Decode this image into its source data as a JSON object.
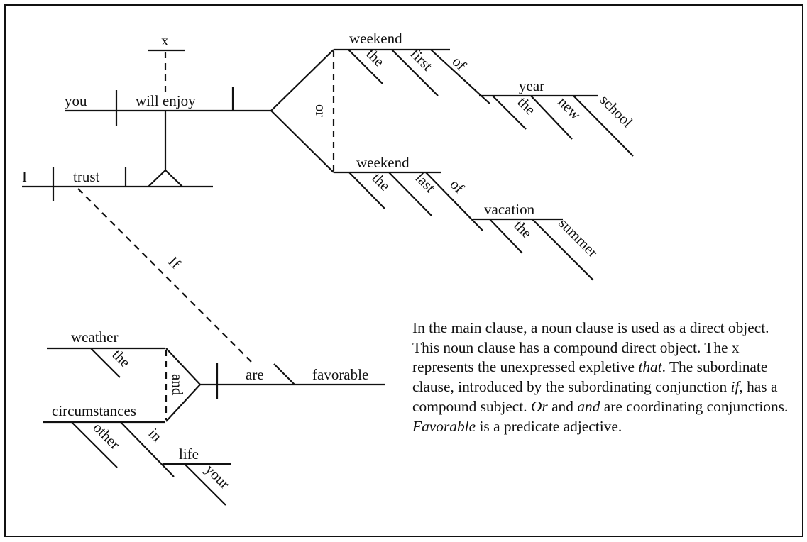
{
  "diagram": {
    "main_clause": {
      "subject": "I",
      "verb": "trust"
    },
    "noun_clause": {
      "expletive": "x",
      "subject": "you",
      "verb": "will enjoy",
      "conjunction": "or",
      "objects": [
        {
          "word": "weekend",
          "modifiers": [
            "the",
            "first"
          ],
          "preposition": "of",
          "object": "year",
          "object_modifiers": [
            "the",
            "new",
            "school"
          ]
        },
        {
          "word": "weekend",
          "modifiers": [
            "the",
            "last"
          ],
          "preposition": "of",
          "object": "vacation",
          "object_modifiers": [
            "the",
            "summer"
          ]
        }
      ]
    },
    "subordinate_clause": {
      "connector": "If",
      "conjunction": "and",
      "subjects": [
        {
          "word": "weather",
          "modifiers": [
            "the"
          ]
        },
        {
          "word": "circumstances",
          "modifiers": [
            "other"
          ],
          "preposition": "in",
          "object": "life",
          "object_modifiers": [
            "your"
          ]
        }
      ],
      "verb": "are",
      "predicate_adjective": "favorable"
    }
  },
  "explanation": {
    "segments": [
      {
        "text": "In the main clause, a noun clause is used as a direct object. This noun clause has a compound direct object. The x represents the unexpressed expletive ",
        "italic": false
      },
      {
        "text": "that",
        "italic": true
      },
      {
        "text": ". The subordinate clause, introduced by the subordinating conjunction ",
        "italic": false
      },
      {
        "text": "if",
        "italic": true
      },
      {
        "text": ", has a compound subject. ",
        "italic": false
      },
      {
        "text": "Or",
        "italic": true
      },
      {
        "text": " and ",
        "italic": false
      },
      {
        "text": "and",
        "italic": true
      },
      {
        "text": " are coordinating conjunctions. ",
        "italic": false
      },
      {
        "text": "Favorable",
        "italic": true
      },
      {
        "text": " is a predicate adjective.",
        "italic": false
      }
    ]
  }
}
